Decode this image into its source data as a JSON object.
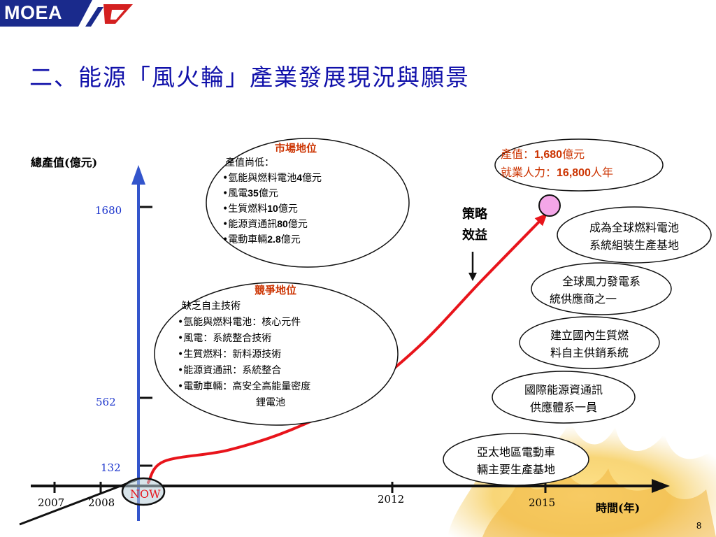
{
  "logo": {
    "text": "MOEA"
  },
  "slide": {
    "title": "二、能源「風火輪」產業發展現況與願景",
    "page_number": "8"
  },
  "colors": {
    "title": "#1111aa",
    "axis": "#3355cc",
    "curve": "#e8141b",
    "tick_label": "#1a33cc",
    "heading": "#cc3300",
    "target_dot": "#f4a6e8"
  },
  "chart_data": {
    "type": "line",
    "ylabel": "總產值(億元)",
    "xlabel": "時間(年)",
    "y_ticks": [
      "1680",
      "562",
      "132"
    ],
    "x_ticks": [
      "2007",
      "2008",
      "2012",
      "2015"
    ],
    "now_label": "NOW",
    "series": [
      {
        "x": [
          2008,
          2009,
          2010,
          2011,
          2012,
          2013,
          2014,
          2015
        ],
        "values": [
          132,
          160,
          230,
          360,
          562,
          860,
          1250,
          1680
        ]
      }
    ],
    "target": {
      "x": 2015,
      "y": 1680
    }
  },
  "market": {
    "heading": "市場地位",
    "intro": "產值尚低：",
    "items": [
      {
        "pre": "•氫能與燃料電池",
        "num": "4",
        "post": "億元"
      },
      {
        "pre": "•風電",
        "num": "35",
        "post": "億元"
      },
      {
        "pre": "•生質燃料",
        "num": "10",
        "post": "億元"
      },
      {
        "pre": "•能源資通訊",
        "num": "80",
        "post": "億元"
      },
      {
        "pre": "•電動車輛",
        "num": "2.8",
        "post": "億元"
      }
    ]
  },
  "competition": {
    "heading": "競爭地位",
    "intro": "缺乏自主技術",
    "items": [
      "•氫能與燃料電池：核心元件",
      "•風電：系統整合技術",
      "•生質燃料：新料源技術",
      "•能源資通訊：系統整合",
      "•電動車輛：高安全高能量密度"
    ],
    "continuation": "鋰電池"
  },
  "goal": {
    "value_label": "產值：",
    "value_num": "1,680",
    "value_unit": "億元",
    "jobs_label": "就業人力：",
    "jobs_num": "16,800",
    "jobs_unit": "人年"
  },
  "effect": {
    "line1": "策略",
    "line2": "效益"
  },
  "milestones": [
    {
      "line1": "成為全球燃料電池",
      "line2": "系統組裝生產基地"
    },
    {
      "line1": "全球風力發電系",
      "line2": "統供應商之一"
    },
    {
      "line1": "建立國內生質燃",
      "line2": "料自主供銷系統"
    },
    {
      "line1": "國際能源資通訊",
      "line2": "供應體系一員"
    },
    {
      "line1": "亞太地區電動車",
      "line2": "輛主要生產基地"
    }
  ]
}
